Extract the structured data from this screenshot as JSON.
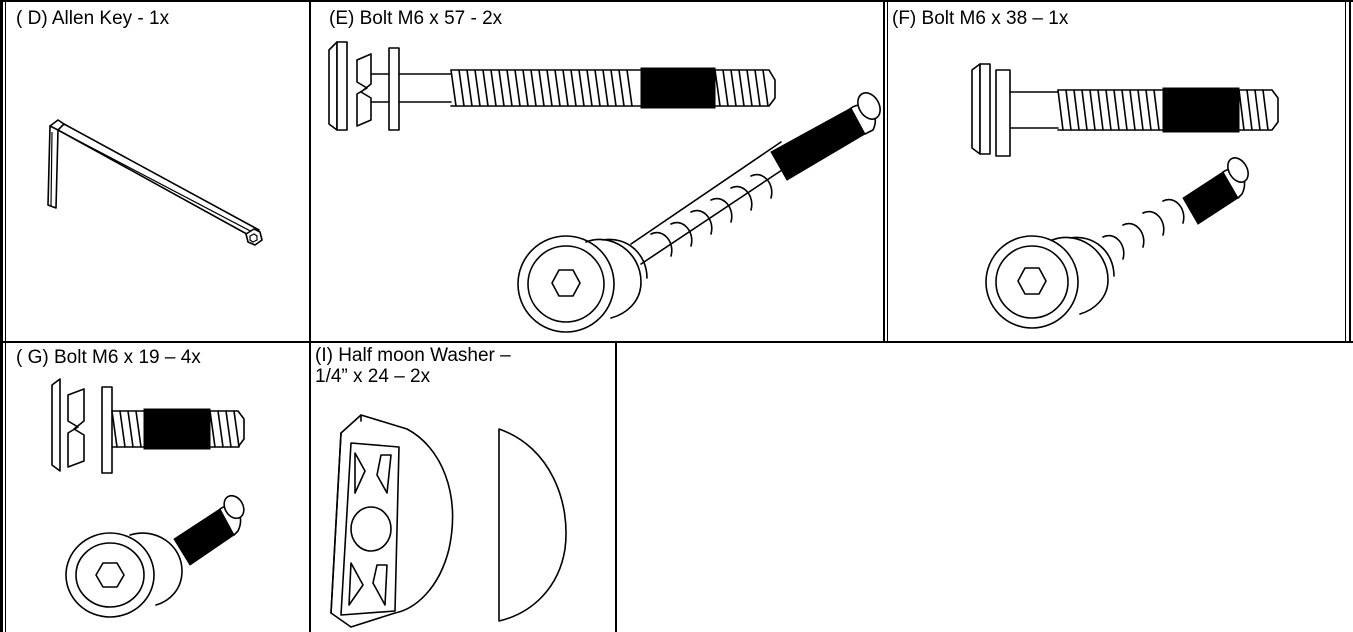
{
  "parts": {
    "d": {
      "label": "( D) Allen Key - 1x"
    },
    "e": {
      "label": "(E) Bolt M6 x 57 - 2x"
    },
    "f": {
      "label": "(F) Bolt M6 x 38 – 1x"
    },
    "g": {
      "label": "( G) Bolt M6 x 19 – 4x"
    },
    "i": {
      "label": "(I) Half moon Washer –\n1/4” x 24 – 2x"
    }
  }
}
